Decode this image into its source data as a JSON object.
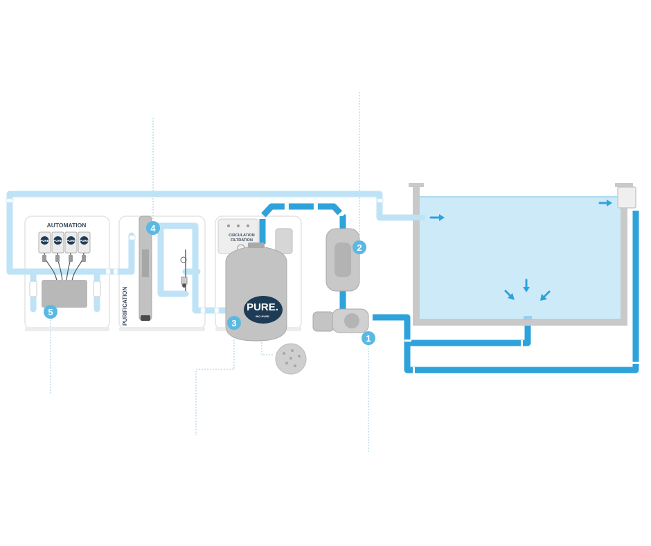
{
  "sections": {
    "automation": "AUTOMATION",
    "purification": "PURIFICATION",
    "circulation_line1": "CIRCULATION",
    "circulation_line2": "FILTRATION"
  },
  "filter_brand": {
    "name": "PURE.",
    "tagline": "BIO-PURE"
  },
  "device_brand": "PURE",
  "markers": [
    "1",
    "2",
    "3",
    "4",
    "5"
  ],
  "colors": {
    "pipe_dark": "#2ea3db",
    "pipe_light": "#bfe3f6",
    "water": "#cdeaf9",
    "marker": "#5bb8e2",
    "basin_wall": "#c9c9c9",
    "equipment": "#b8b8b8",
    "device_screen": "#1e3b55"
  }
}
